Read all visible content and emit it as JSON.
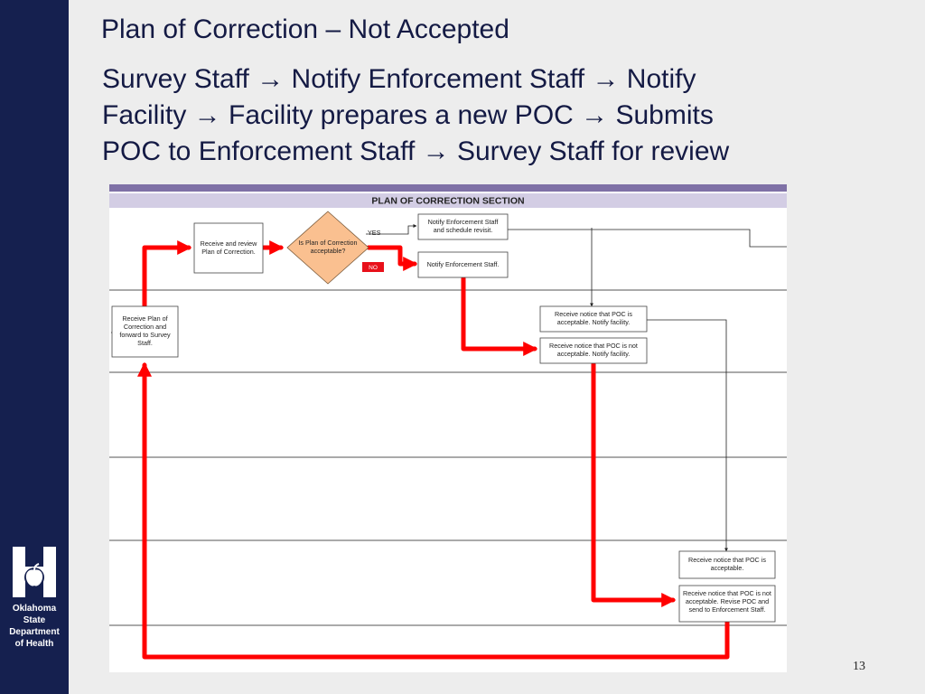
{
  "slide": {
    "title": "Plan of Correction – Not Accepted",
    "description_lines": [
      "Survey Staff → Notify Enforcement Staff → Notify",
      "Facility → Facility prepares a new POC → Submits",
      "POC to Enforcement Staff → Survey Staff for review"
    ],
    "page_number": "13"
  },
  "logo": {
    "text_lines": [
      "Oklahoma",
      "State",
      "Department",
      "of Health"
    ]
  },
  "diagram": {
    "section_header": "PLAN OF CORRECTION SECTION",
    "boxes": {
      "receive_plan": [
        "Receive Plan of",
        "Correction and",
        "forward to Survey",
        "Staff."
      ],
      "receive_review": [
        "Receive and review",
        "Plan of Correction."
      ],
      "decision": [
        "Is Plan of Correction",
        "acceptable?"
      ],
      "notify_schedule": [
        "Notify Enforcement Staff",
        "and schedule revisit."
      ],
      "notify_enforcement": [
        "Notify Enforcement Staff."
      ],
      "notice_acceptable_1": [
        "Receive notice that POC is",
        "acceptable.  Notify facility."
      ],
      "notice_not_acceptable_1": [
        "Receive notice that POC is not",
        "acceptable.  Notify facility."
      ],
      "notice_acceptable_2": [
        "Receive notice that POC is",
        "acceptable."
      ],
      "notice_not_acceptable_2": [
        "Receive notice that POC is not",
        "acceptable.  Revise POC and",
        "send to Enforcement Staff."
      ]
    },
    "labels": {
      "yes": "YES",
      "no": "NO"
    }
  },
  "colors": {
    "sidebar": "#15204f",
    "header_band": "#7f71a6",
    "header_bar": "#d3cde4",
    "decision_fill": "#fac090",
    "highlight_path": "#ff0000",
    "no_badge": "#e8101a"
  }
}
